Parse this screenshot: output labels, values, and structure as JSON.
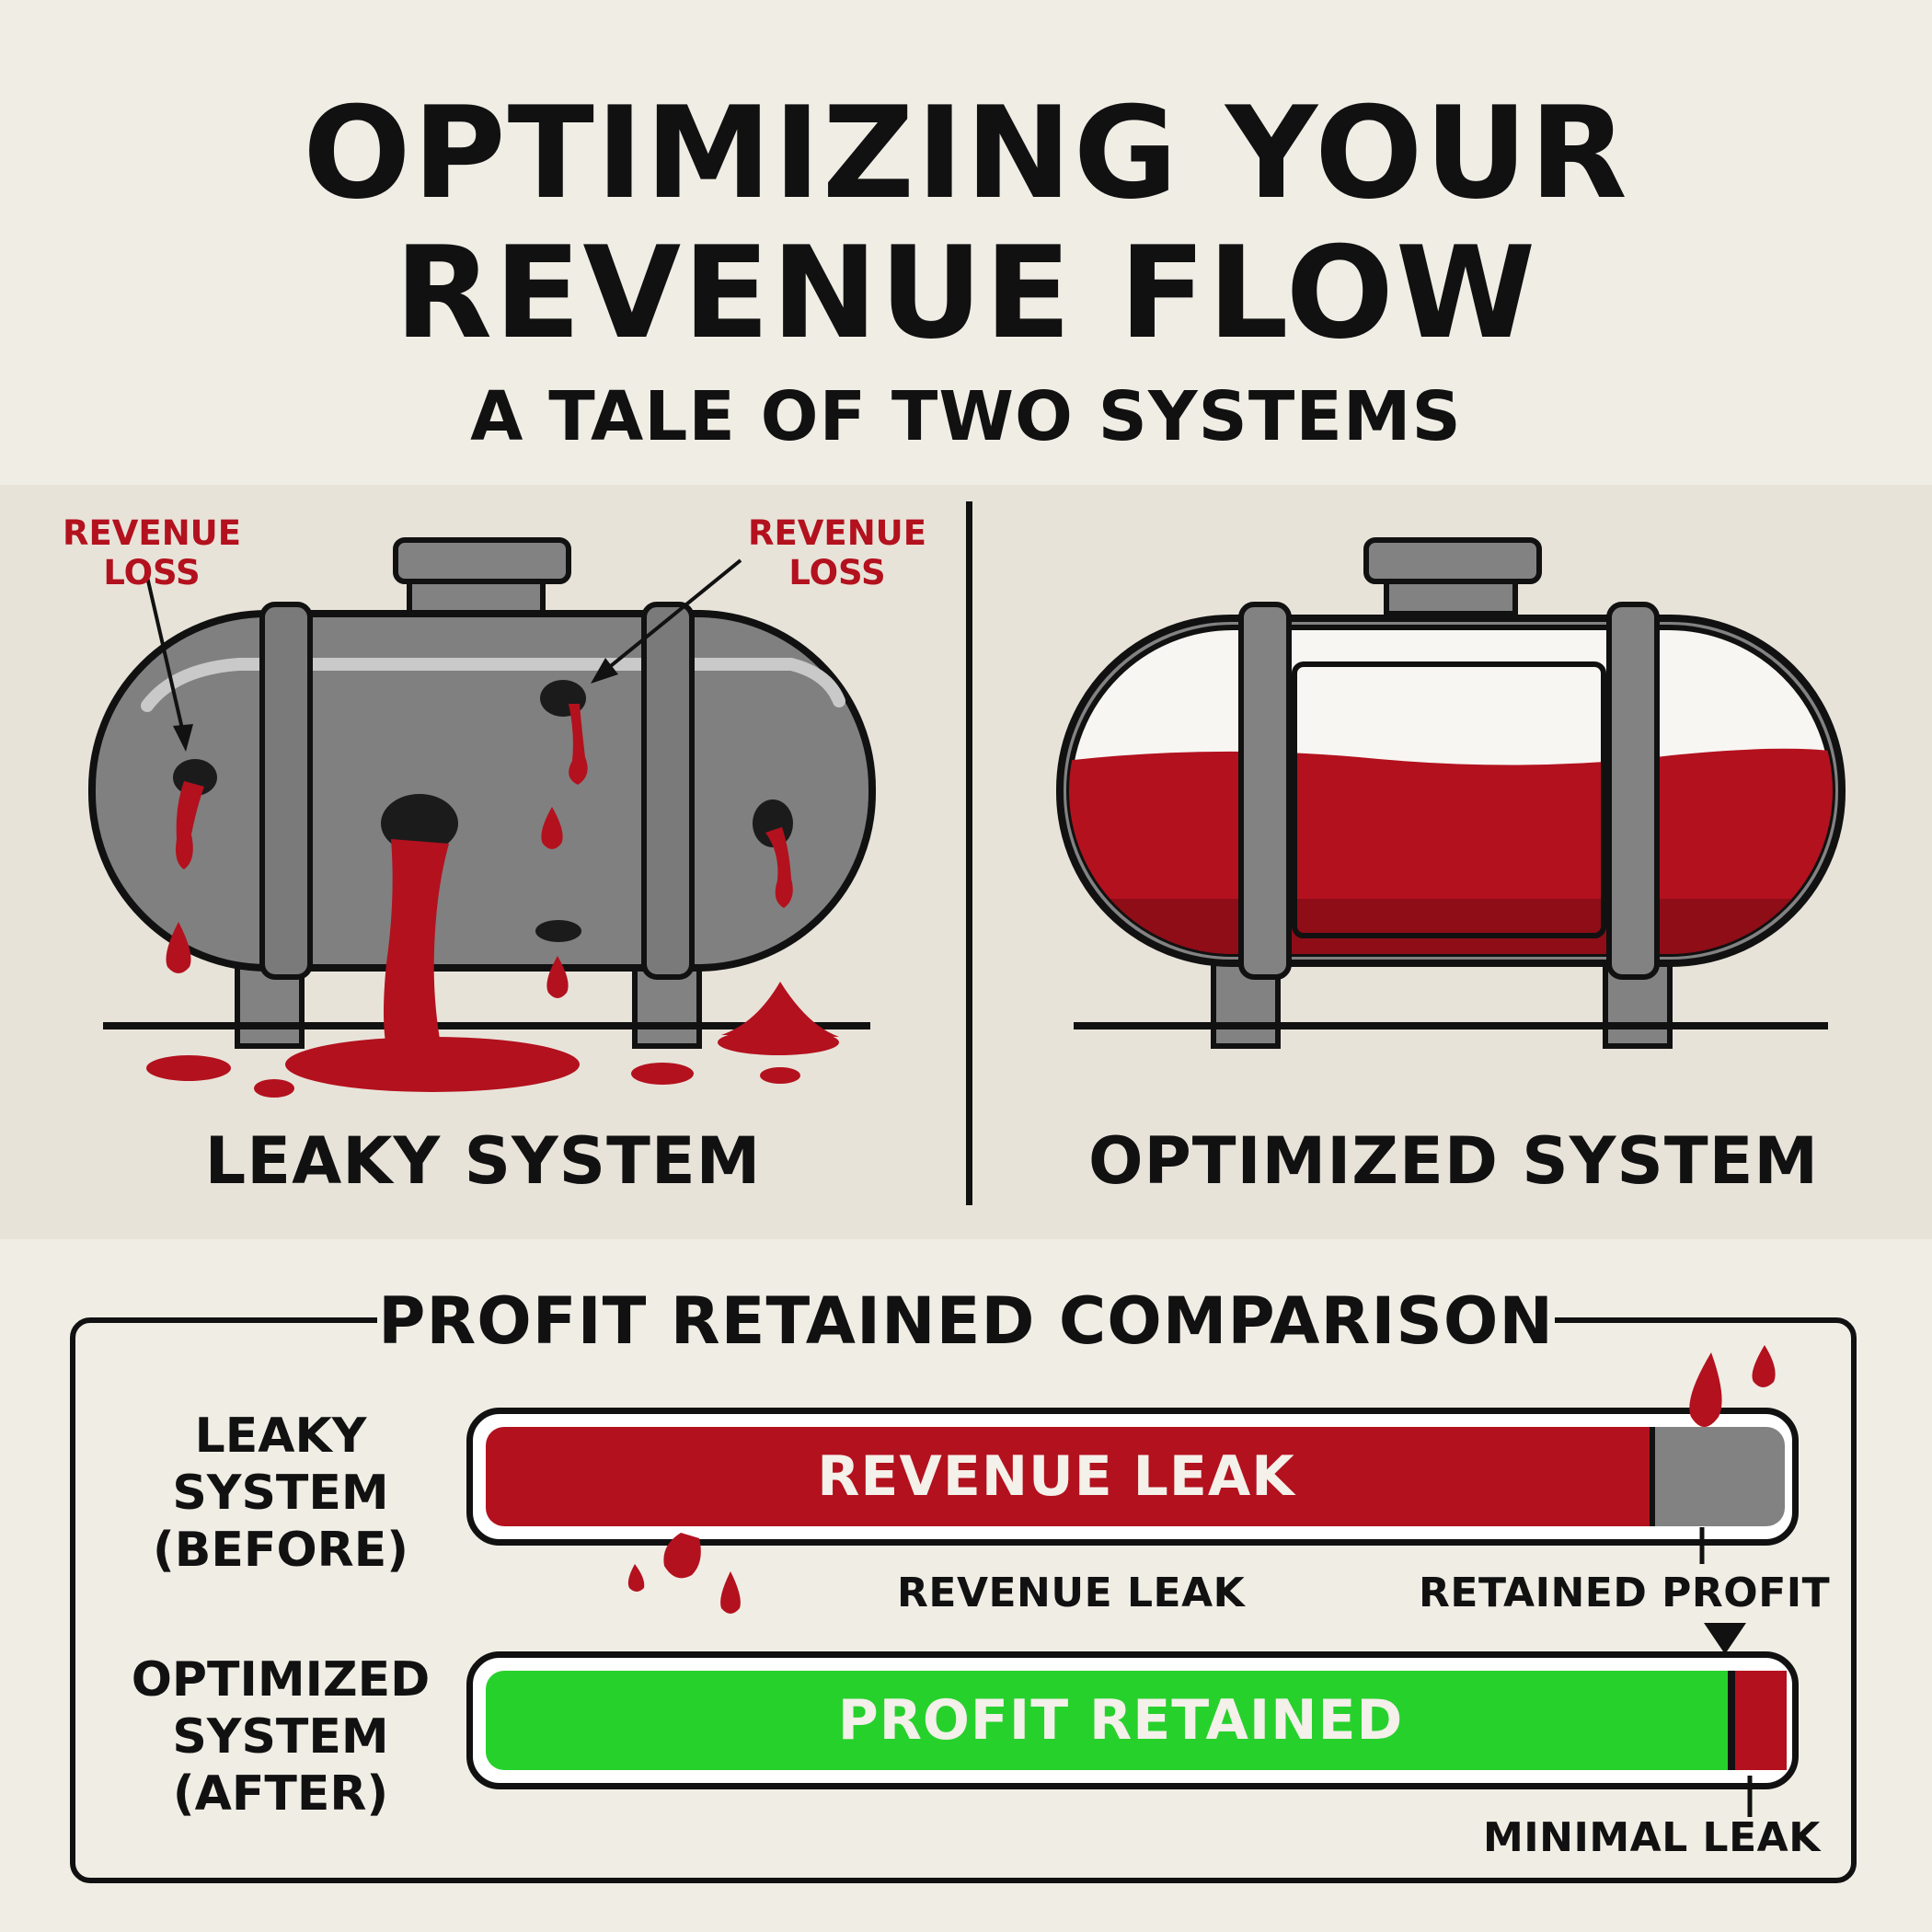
{
  "header": {
    "title_line1": "OPTIMIZING YOUR",
    "title_line2": "REVENUE FLOW",
    "subtitle": "A TALE OF TWO SYSTEMS"
  },
  "illustration": {
    "loss_label_left": "REVENUE\nLOSS",
    "loss_label_right": "REVENUE\nLOSS",
    "leaky_label": "LEAKY SYSTEM",
    "optimized_label": "OPTIMIZED SYSTEM"
  },
  "comparison": {
    "title": "PROFIT RETAINED COMPARISON",
    "leaky_row_label": "LEAKY\nSYSTEM\n(BEFORE)",
    "optimized_row_label": "OPTIMIZED\nSYSTEM\n(AFTER)",
    "leaky_bar_text": "REVENUE LEAK",
    "optimized_bar_text": "PROFIT RETAINED",
    "revenue_leak_label": "REVENUE LEAK",
    "retained_profit_label": "RETAINED PROFIT",
    "minimal_leak_label": "MINIMAL LEAK",
    "leaky_leak_fraction": 0.9,
    "optimized_leak_fraction": 0.04
  },
  "colors": {
    "background": "#f0ede5",
    "revenue_red": "#b3111e",
    "profit_green": "#27d12c",
    "tank_gray": "#828282"
  }
}
